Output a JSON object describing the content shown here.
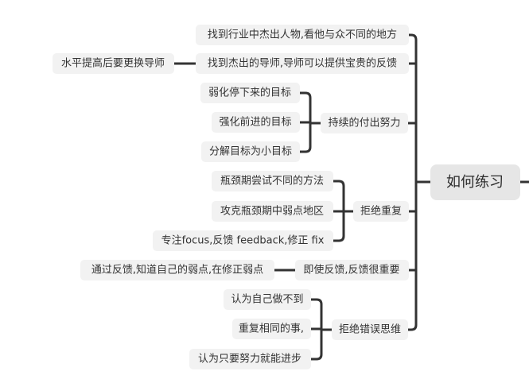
{
  "root": {
    "label": "如何练习"
  },
  "branches": [
    {
      "label": "找到行业中杰出人物,看他与众不同的地方",
      "children": []
    },
    {
      "label": "找到杰出的导师,导师可以提供宝贵的反馈",
      "children": [
        "水平提高后要更换导师"
      ]
    },
    {
      "label": "持续的付出努力",
      "children": [
        "弱化停下来的目标",
        "强化前进的目标",
        "分解目标为小目标"
      ]
    },
    {
      "label": "拒绝重复",
      "children": [
        "瓶颈期尝试不同的方法",
        "攻克瓶颈期中弱点地区",
        "专注focus,反馈 feedback,修正 fix"
      ]
    },
    {
      "label": "即使反馈,反馈很重要",
      "children": [
        "通过反馈,知道自己的弱点,在修正弱点"
      ]
    },
    {
      "label": "拒绝错误思维",
      "children": [
        "认为自己做不到",
        "重复相同的事,",
        "认为只要努力就能进步"
      ]
    }
  ]
}
